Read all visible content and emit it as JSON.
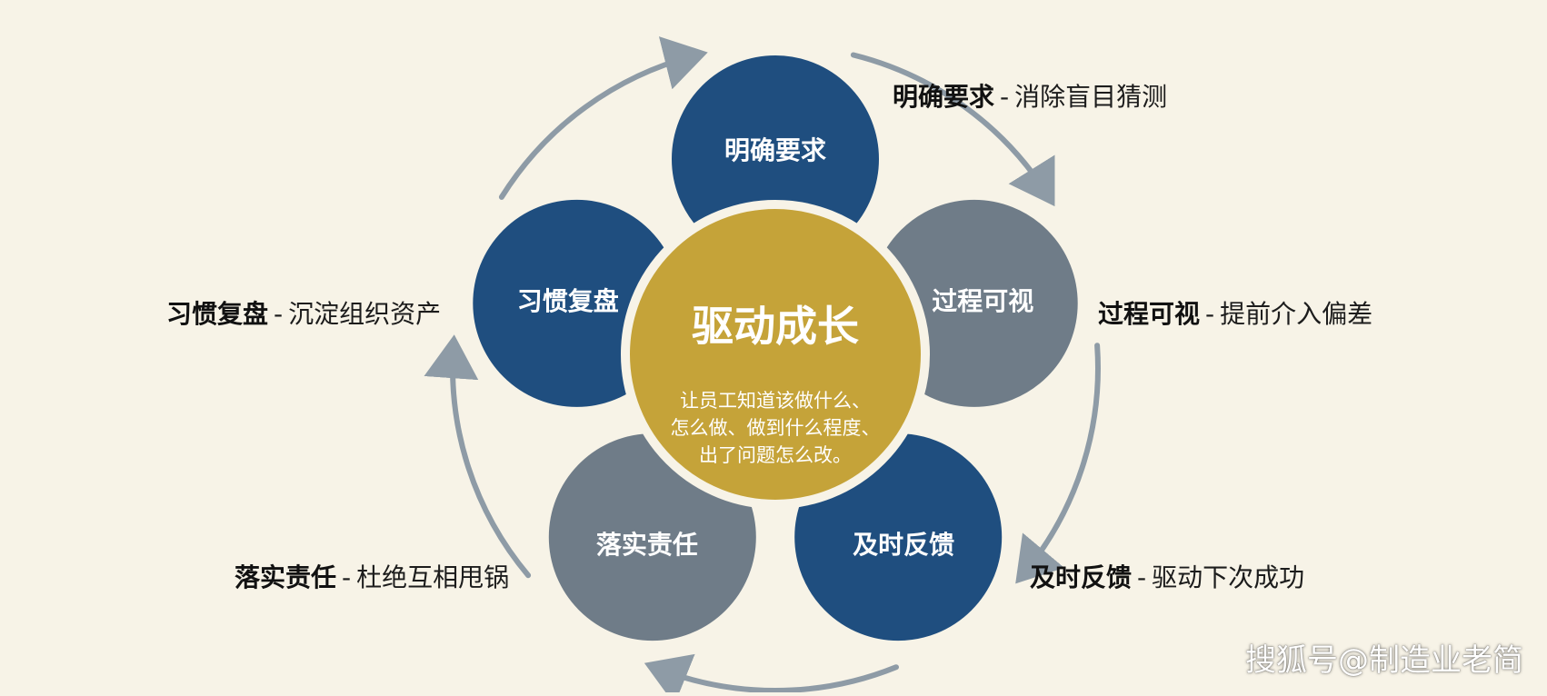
{
  "center": {
    "title": "驱动成长",
    "lines": [
      "让员工知道该做什么、",
      "怎么做、做到什么程度、",
      "出了问题怎么改。"
    ]
  },
  "steps": [
    {
      "label": "明确要求",
      "color": "#1f4e7f",
      "desc": "消除盲目猜测"
    },
    {
      "label": "过程可视",
      "color": "#6f7c88",
      "desc": "提前介入偏差"
    },
    {
      "label": "及时反馈",
      "color": "#1f4e7f",
      "desc": "驱动下次成功"
    },
    {
      "label": "落实责任",
      "color": "#6f7c88",
      "desc": "杜绝互相甩锅"
    },
    {
      "label": "习惯复盘",
      "color": "#1f4e7f",
      "desc": "沉淀组织资产"
    }
  ],
  "separator": "-",
  "watermark": "搜狐号@制造业老简",
  "colors": {
    "background": "#f7f3e7",
    "center_fill": "#c5a339",
    "arrow": "#8e9ba6"
  }
}
